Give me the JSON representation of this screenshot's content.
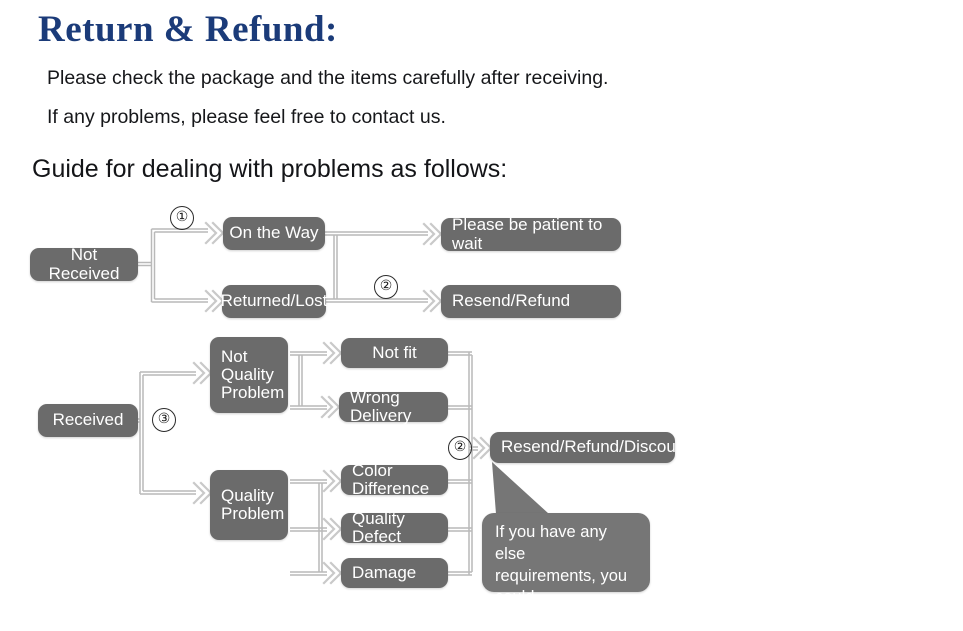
{
  "header": {
    "title": "Return & Refund:",
    "line1": "Please check the package and the items carefully after receiving.",
    "line2": "If any problems, please feel free to contact us.",
    "guide": "Guide for dealing with problems as follows:"
  },
  "colors": {
    "title": "#1b3b79",
    "node_fill": "#6b6b6b",
    "bubble_fill": "#767676",
    "node_text": "#ffffff",
    "connector": "#b9b9b9",
    "background": "#ffffff"
  },
  "flowchart": {
    "markers": [
      {
        "id": "marker-1",
        "label": "①"
      },
      {
        "id": "marker-2-top",
        "label": "②"
      },
      {
        "id": "marker-3",
        "label": "③"
      },
      {
        "id": "marker-2-bottom",
        "label": "②"
      }
    ],
    "not_received_branch": {
      "root": "Not Received",
      "states": [
        "On the Way",
        "Returned/Lost"
      ],
      "outcomes": [
        "Please be patient to wait",
        "Resend/Refund"
      ]
    },
    "received_branch": {
      "root": "Received",
      "categories": [
        "Not\nQuality\nProblem",
        "Quality\nProblem"
      ],
      "not_quality_reasons": [
        "Not fit",
        "Wrong Delivery"
      ],
      "quality_reasons": [
        "Color Difference",
        "Quality Defect",
        "Damage"
      ],
      "outcome": "Resend/Refund/Discount"
    },
    "callout": "If you have any else\nrequirements, you could\nalso tell us!"
  }
}
